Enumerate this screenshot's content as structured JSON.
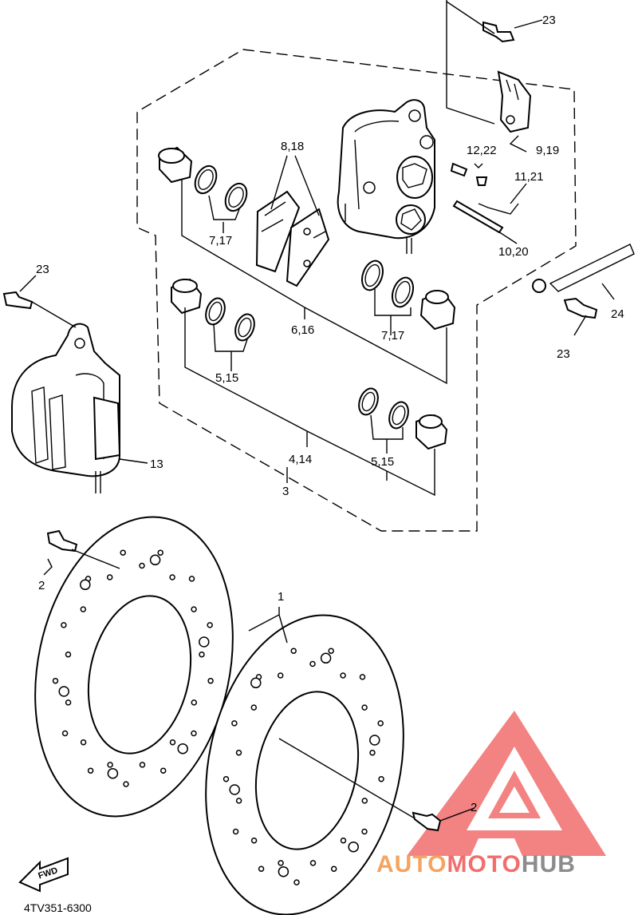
{
  "diagram": {
    "labels": {
      "p1": "1",
      "p2a": "2",
      "p2b": "2",
      "p3": "3",
      "p414": "4,14",
      "p515a": "5,15",
      "p515b": "5,15",
      "p616": "6,16",
      "p717a": "7,17",
      "p717b": "7,17",
      "p818": "8,18",
      "p919": "9,19",
      "p1020": "10,20",
      "p1121": "11,21",
      "p1222": "12,22",
      "p13": "13",
      "p23a": "23",
      "p23b": "23",
      "p23c": "23",
      "p24": "24"
    },
    "part_code": "4TV351-6300",
    "fwd_label": "FWD"
  },
  "watermark": {
    "part1": "AUTO",
    "part2": "MOTO",
    "part3": "HUB",
    "color_orange": "#f4a460",
    "color_red": "#f26d6d",
    "color_gray": "#8c8c8c"
  }
}
